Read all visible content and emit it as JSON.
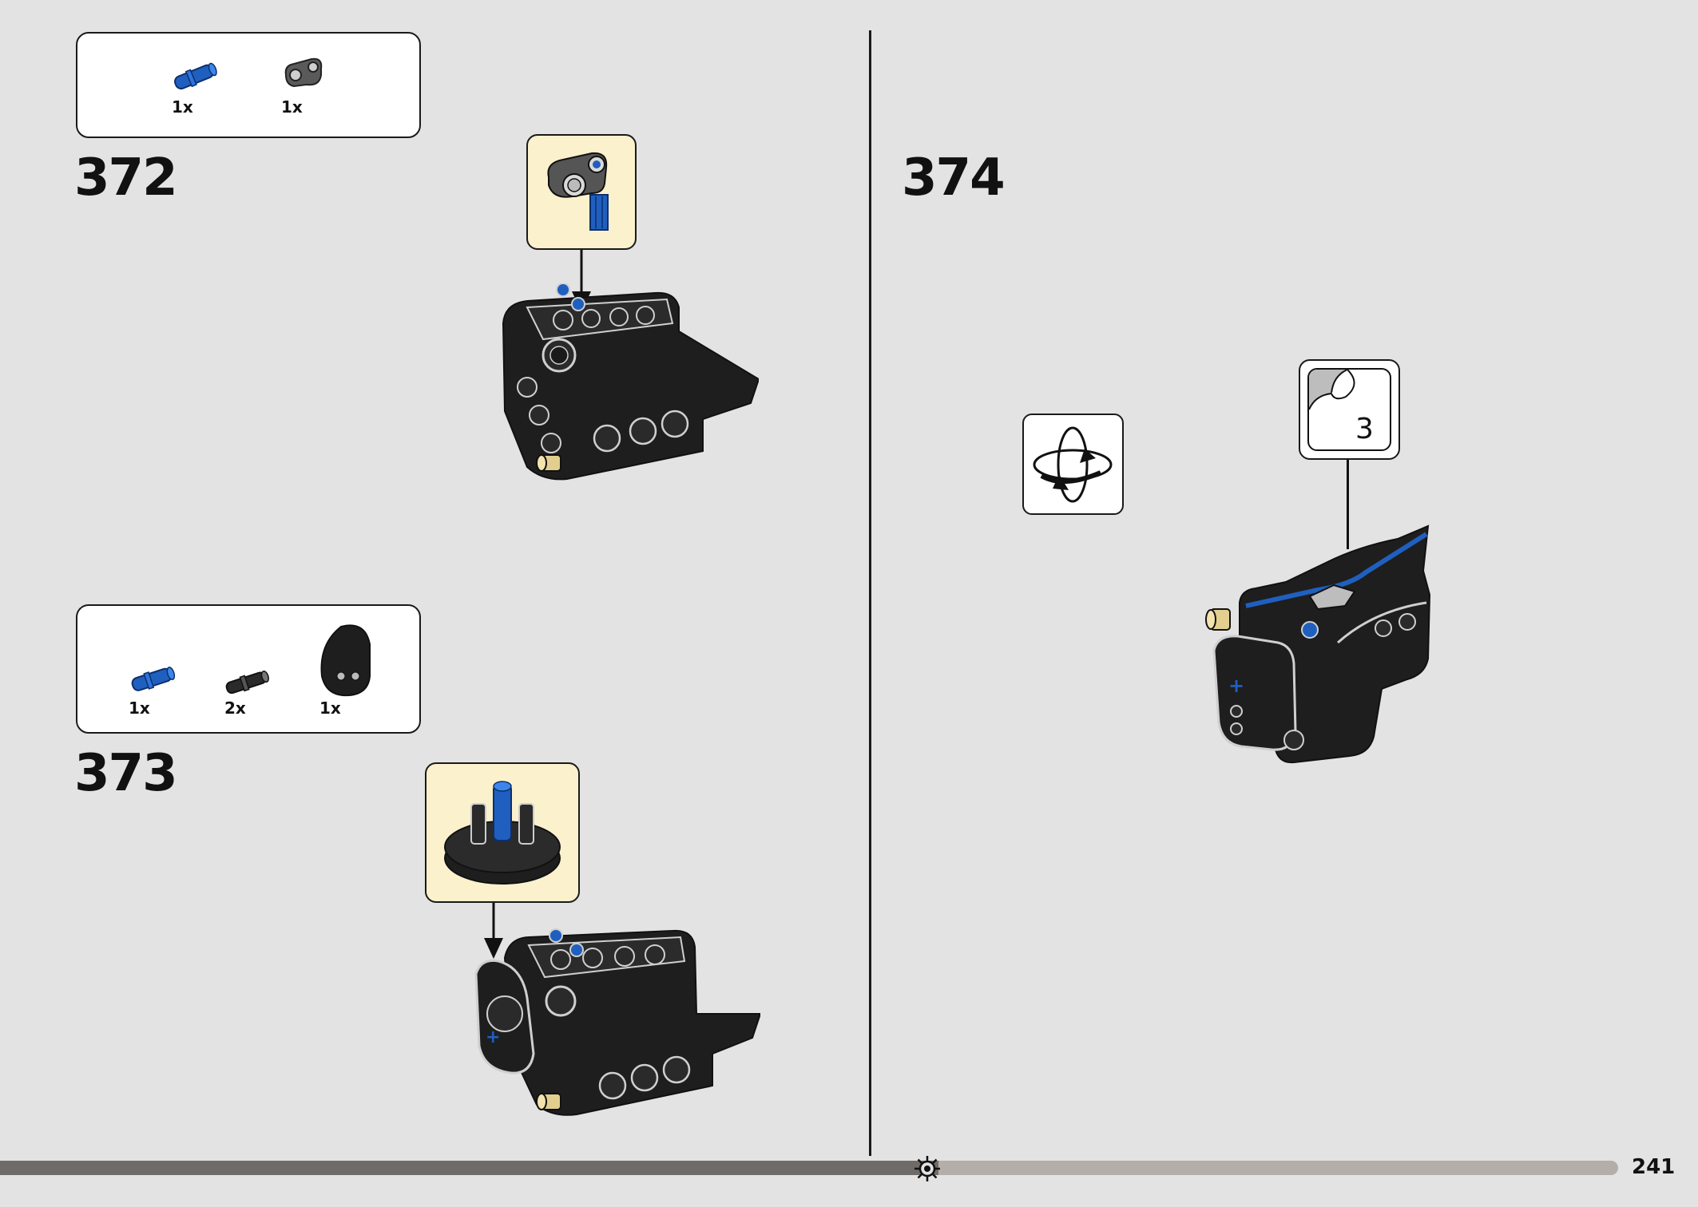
{
  "page": {
    "number": "241",
    "progress": 0.58
  },
  "steps": [
    {
      "number": "372",
      "parts": [
        {
          "icon": "blue-axle-pin-icon",
          "qty": "1x"
        },
        {
          "icon": "gray-beam-connector-icon",
          "qty": "1x"
        }
      ]
    },
    {
      "number": "373",
      "parts": [
        {
          "icon": "blue-axle-pin-icon",
          "qty": "1x"
        },
        {
          "icon": "black-pin-icon",
          "qty": "2x"
        },
        {
          "icon": "black-panel-icon",
          "qty": "1x"
        }
      ]
    },
    {
      "number": "374",
      "rotate_icon": "rotate-model-icon",
      "subassembly": {
        "icon": "page-turn-icon",
        "label": "3"
      }
    }
  ],
  "colors": {
    "background": "#e3e3e3",
    "callout": "#fbf1cd",
    "lego_blue": "#1f5fbf",
    "lego_black": "#1e1e1e",
    "lego_gray": "#8a8a8a",
    "tan": "#e2cf8f"
  }
}
